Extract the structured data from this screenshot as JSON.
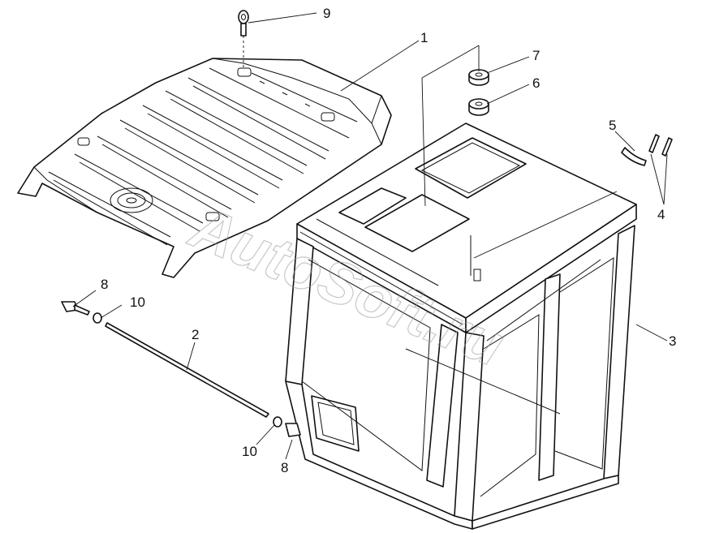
{
  "callouts": {
    "c1": "1",
    "c2": "2",
    "c3": "3",
    "c4": "4",
    "c5": "5",
    "c6": "6",
    "c7": "7",
    "c8a": "8",
    "c8b": "8",
    "c9": "9",
    "c10a": "10",
    "c10b": "10"
  },
  "watermark": "AutoSoft.ru",
  "colors": {
    "line": "#111111",
    "background": "#ffffff",
    "watermark": "#9a9a9a"
  }
}
